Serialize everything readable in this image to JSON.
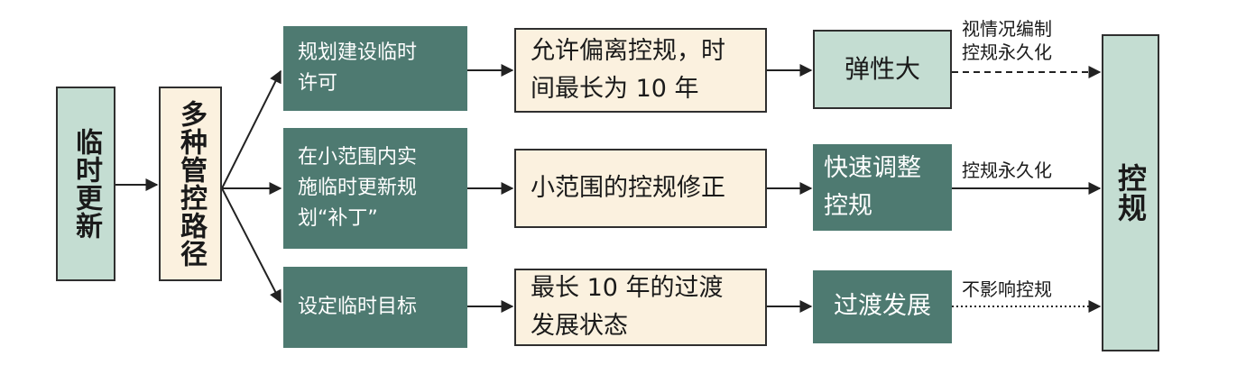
{
  "boxes": {
    "temp_update": "临时更新",
    "multi_path": "多种管控路径",
    "path1": "规划建设临时\n许可",
    "path2": "在小范围内实\n施临时更新规\n划“补丁”",
    "path3": "设定临时目标",
    "mid1": "允许偏离控规，时\n间最长为 10 年",
    "mid2": "小范围的控规修正",
    "mid3": "最长 10 年的过渡\n发展状态",
    "res1": "弹性大",
    "res2": "快速调整\n控规",
    "res3": "过渡发展",
    "target": "控规"
  },
  "edge_labels": {
    "e1": "视情况编制\n控规永久化",
    "e2": "控规永久化",
    "e3": "不影响控规"
  }
}
